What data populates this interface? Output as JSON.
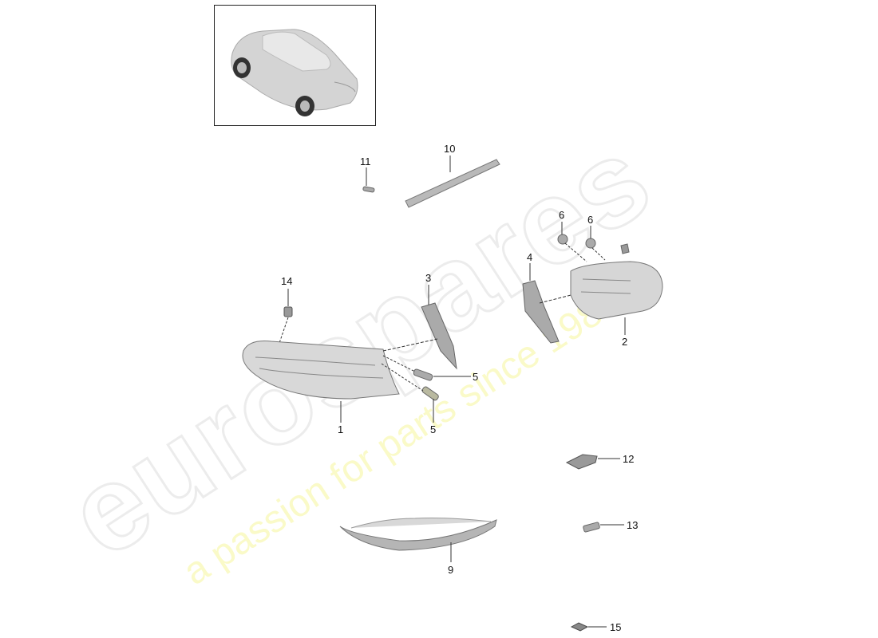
{
  "diagram": {
    "type": "exploded-parts-diagram",
    "subject": "Rear lights assembly",
    "thumbnail": {
      "label": "vehicle-overview"
    },
    "watermark": {
      "brand": "eurospares",
      "tagline": "a passion for parts since 1985"
    },
    "callouts": [
      {
        "id": "1",
        "label": "1",
        "part": "tail-light-outer"
      },
      {
        "id": "2",
        "label": "2",
        "part": "tail-light-inner"
      },
      {
        "id": "3",
        "label": "3",
        "part": "seal"
      },
      {
        "id": "4",
        "label": "4",
        "part": "seal"
      },
      {
        "id": "5a",
        "label": "5",
        "part": "screw"
      },
      {
        "id": "5b",
        "label": "5",
        "part": "screw"
      },
      {
        "id": "6a",
        "label": "6",
        "part": "nut"
      },
      {
        "id": "6b",
        "label": "6",
        "part": "nut"
      },
      {
        "id": "9",
        "label": "9",
        "part": "reflector"
      },
      {
        "id": "10",
        "label": "10",
        "part": "third-brake-light"
      },
      {
        "id": "11",
        "label": "11",
        "part": "screw"
      },
      {
        "id": "12",
        "label": "12",
        "part": "bulb-holder"
      },
      {
        "id": "13",
        "label": "13",
        "part": "bulb"
      },
      {
        "id": "14",
        "label": "14",
        "part": "bolt"
      },
      {
        "id": "15",
        "label": "15",
        "part": "pad"
      }
    ]
  }
}
